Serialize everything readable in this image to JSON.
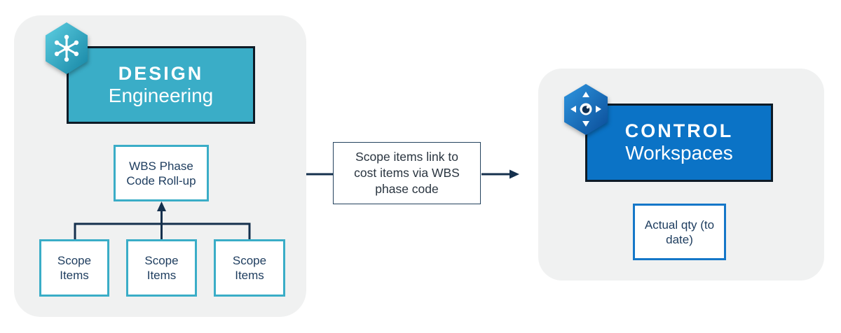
{
  "design_panel": {
    "badge_icon": "molecule-network-icon",
    "title": "DESIGN",
    "subtitle": "Engineering",
    "wbs_label": "WBS Phase Code Roll-up",
    "scope_items": [
      "Scope Items",
      "Scope Items",
      "Scope Items"
    ]
  },
  "flow": {
    "label": "Scope items link to cost items via WBS phase code"
  },
  "control_panel": {
    "badge_icon": "pan-view-icon",
    "title": "CONTROL",
    "subtitle": "Workspaces",
    "actual_label": "Actual qty (to date)"
  },
  "colors": {
    "design_teal": "#3aadc7",
    "control_blue": "#0b73c6",
    "product_border_dark": "#0e1b26",
    "teal_node_border": "#3aadc7",
    "blue_node_border": "#1577c8",
    "connector_navy": "#15304d",
    "panel_gray": "#f0f1f1",
    "node_text_navy": "#1d3c5e"
  }
}
